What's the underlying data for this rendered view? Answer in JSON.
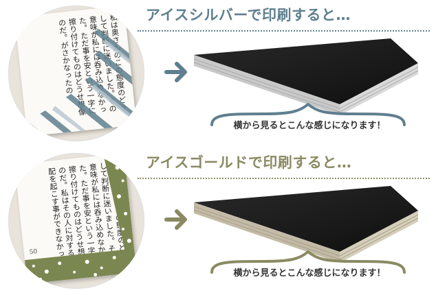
{
  "colors": {
    "silver_accent": "#5f7f8f",
    "gold_accent": "#8a8a62",
    "slab_black": "#1b1b1b",
    "silver_edge": "#c9c9c9",
    "gold_edge": "#c3bba6"
  },
  "panels": [
    {
      "heading": "アイスシルバーで印刷すると…",
      "caption": "横から見るとこんな感じになります！",
      "book_text": "私は奥さんのこの態度のどうして判断に迷いました。その意味が私には呑み込めなかった。ただ事を安という一字に擦り付けてものはどうせ想像のだ。がさかなったの",
      "page_number": ""
    },
    {
      "heading": "アイスゴールドで印刷すると…",
      "caption": "横から見るとこんな感じになります！",
      "book_text": "私は奥さんのこの態度のどうして判断に迷いました。その意味が私には呑み込めなかった。ただ事を安という一字に擦り付けてものはどうせ想像のだ。私はその人に対する心配を起こす事ができなかった",
      "page_number": "50"
    }
  ]
}
